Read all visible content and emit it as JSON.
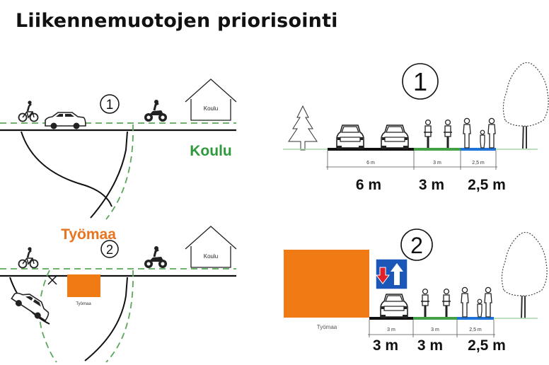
{
  "title": "Liikennemuotojen priorisointi",
  "scenario1": {
    "number": "1",
    "house_label": "Koulu",
    "highlight_label": "Koulu",
    "highlight_color": "#2e9a3c",
    "cross_section": {
      "number": "1",
      "small_dims": [
        "6 m",
        "3 m",
        "2,5 m"
      ],
      "big_dims": [
        "6 m",
        "3 m",
        "2,5 m"
      ]
    }
  },
  "scenario2": {
    "number": "2",
    "house_label": "Koulu",
    "highlight_label": "Työmaa",
    "highlight_color": "#e8741f",
    "site_label_plan": "Työmaa",
    "site_label_section": "Työmaa",
    "cross_section": {
      "number": "2",
      "small_dims": [
        "3 m",
        "3 m",
        "2,5 m"
      ],
      "big_dims": [
        "3 m",
        "3 m",
        "2,5 m"
      ]
    }
  },
  "colors": {
    "site_orange": "#f07a14",
    "lane_green": "#43a047",
    "lane_blue": "#1e73d8",
    "sign_blue": "#1a57b8",
    "sign_red": "#e0202a",
    "dashed_green": "#5aa85a"
  },
  "icons": [
    "bicycle-icon",
    "car-icon",
    "motorcycle-icon",
    "school-house-icon",
    "tree-icon",
    "pedestrian-icon",
    "priority-sign-icon"
  ]
}
